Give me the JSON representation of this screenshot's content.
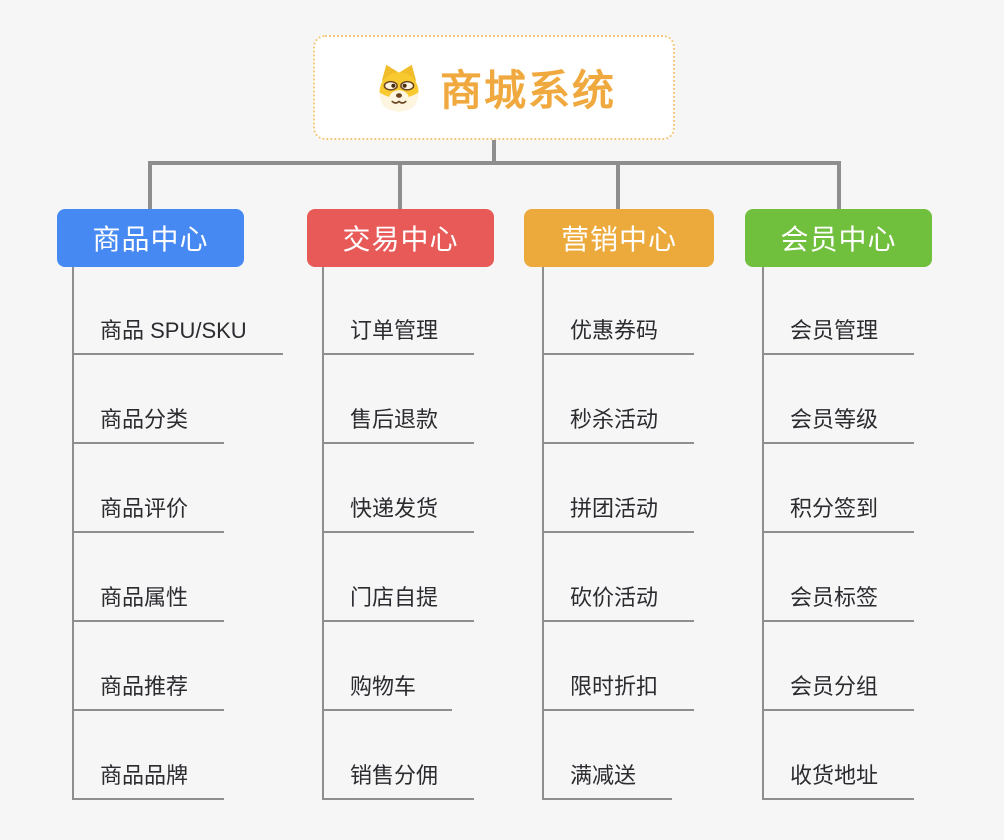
{
  "root": {
    "title": "商城系统",
    "icon": "shiba-dog",
    "accent_color": "#f0a93f",
    "border_color": "#f4c87e"
  },
  "connectors": {
    "color": "#8e8e8e"
  },
  "branches": [
    {
      "label": "商品中心",
      "color": "#4689f3",
      "items": [
        "商品 SPU/SKU",
        "商品分类",
        "商品评价",
        "商品属性",
        "商品推荐",
        "商品品牌"
      ]
    },
    {
      "label": "交易中心",
      "color": "#e75a57",
      "items": [
        "订单管理",
        "售后退款",
        "快递发货",
        "门店自提",
        "购物车",
        "销售分佣"
      ]
    },
    {
      "label": "营销中心",
      "color": "#ecaa3c",
      "items": [
        "优惠券码",
        "秒杀活动",
        "拼团活动",
        "砍价活动",
        "限时折扣",
        "满减送"
      ]
    },
    {
      "label": "会员中心",
      "color": "#70bf3d",
      "items": [
        "会员管理",
        "会员等级",
        "积分签到",
        "会员标签",
        "会员分组",
        "收货地址"
      ]
    }
  ]
}
